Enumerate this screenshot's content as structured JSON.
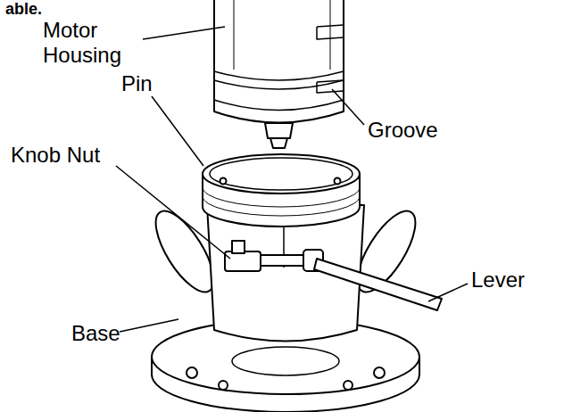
{
  "diagram": {
    "labels": [
      "able.",
      "Motor Housing",
      "Pin",
      "Groove",
      "Knob Nut",
      "Lever",
      "Base"
    ]
  }
}
